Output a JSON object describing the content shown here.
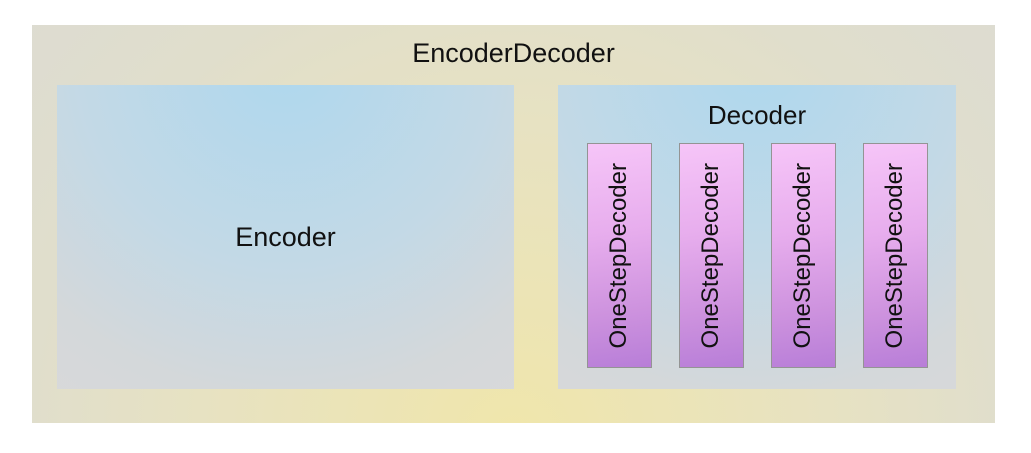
{
  "diagram": {
    "title": "EncoderDecoder",
    "encoder": {
      "label": "Encoder"
    },
    "decoder": {
      "title": "Decoder",
      "steps": [
        {
          "label": "OneStepDecoder"
        },
        {
          "label": "OneStepDecoder"
        },
        {
          "label": "OneStepDecoder"
        },
        {
          "label": "OneStepDecoder"
        }
      ]
    },
    "colors": {
      "page_background": "#ffffff",
      "outer_gradient_center": "#f0e6ab",
      "outer_gradient_edge": "#dcdbd3",
      "inner_box_top": "#aed8ee",
      "inner_box_edge": "#d9d9d9",
      "step_box_top": "#f6c5f8",
      "step_box_bottom": "#b87ed8",
      "step_box_border": "#949494",
      "text": "#111111"
    }
  }
}
